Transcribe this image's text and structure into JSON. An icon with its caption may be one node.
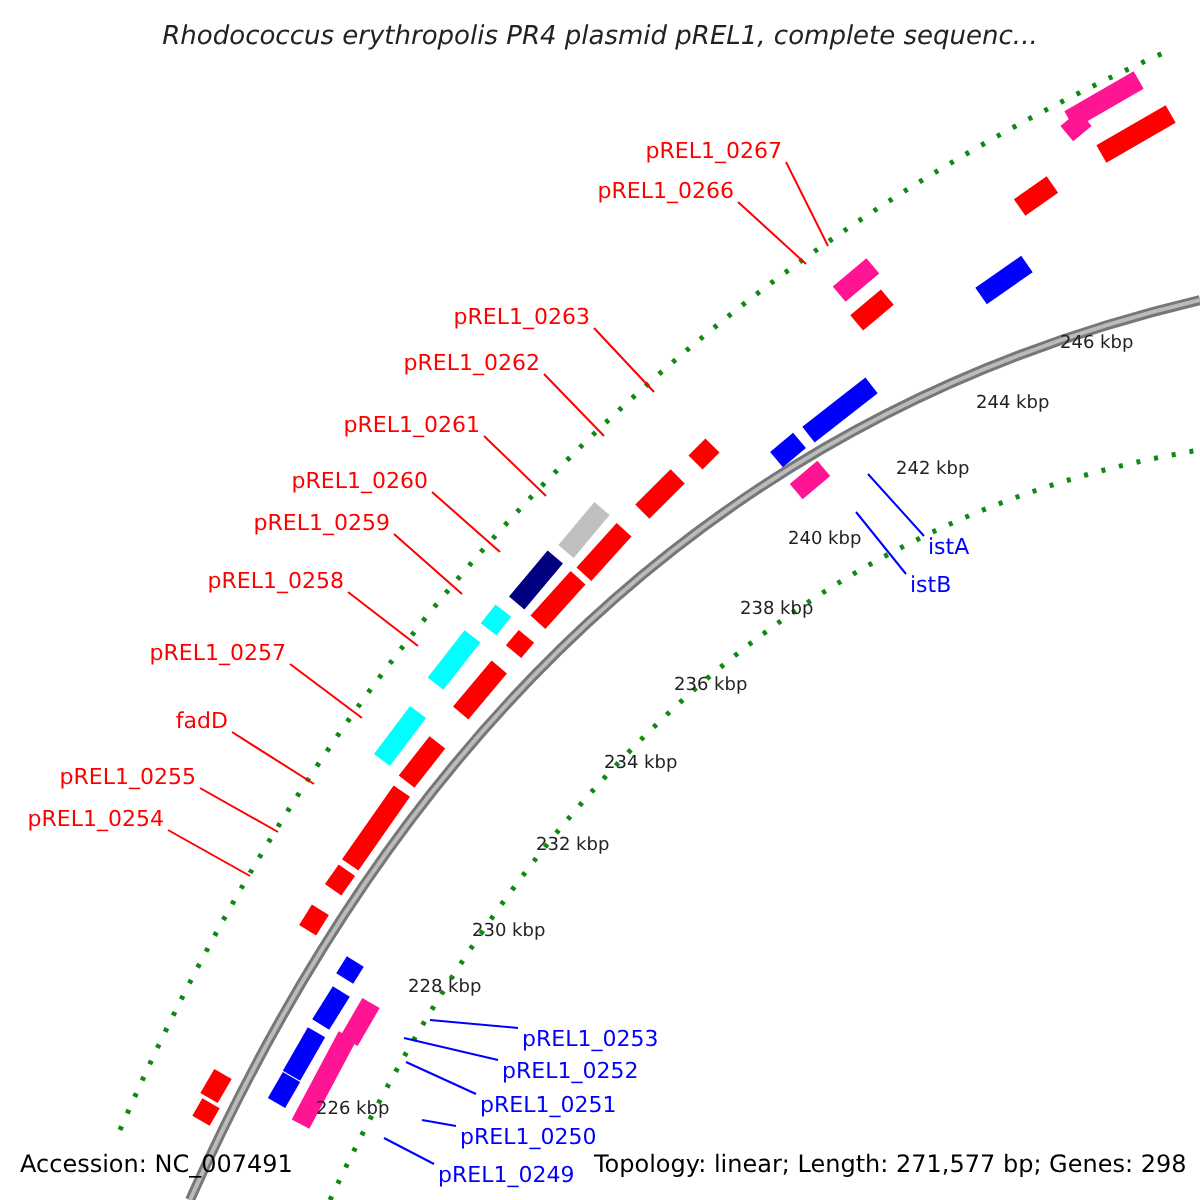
{
  "diagram": {
    "title": "Rhodococcus erythropolis PR4 plasmid pREL1, complete sequenc...",
    "nodes": [
      {
        "text": [
          "pREL1_0267"
        ]
      },
      {
        "text": [
          "pREL1_0266"
        ]
      },
      {
        "text": [
          "pREL1_0263"
        ]
      },
      {
        "text": [
          "pREL1_0262"
        ]
      },
      {
        "text": [
          "pREL1_0261"
        ]
      },
      {
        "text": [
          "pREL1_0260"
        ]
      },
      {
        "text": [
          "pREL1_0259"
        ]
      },
      {
        "text": [
          "pREL1_0258"
        ]
      },
      {
        "text": [
          "pREL1_0257"
        ]
      },
      {
        "text": [
          "fadD"
        ]
      },
      {
        "text": [
          "pREL1_0255"
        ]
      },
      {
        "text": [
          "pREL1_0254"
        ]
      },
      {
        "text": [
          "istA"
        ]
      },
      {
        "text": [
          "istB"
        ]
      },
      {
        "text": [
          "pREL1_0253"
        ]
      },
      {
        "text": [
          "pREL1_0252"
        ]
      },
      {
        "text": [
          "pREL1_0251"
        ]
      },
      {
        "text": [
          "pREL1_0250"
        ]
      },
      {
        "text": [
          "pREL1_0249"
        ]
      }
    ],
    "edges": [
      {
        "from": 0,
        "to": null,
        "arrow": "none"
      },
      {
        "from": 1,
        "to": null,
        "arrow": "none"
      },
      {
        "from": 2,
        "to": null,
        "arrow": "none"
      },
      {
        "from": 3,
        "to": null,
        "arrow": "none"
      },
      {
        "from": 4,
        "to": null,
        "arrow": "none"
      },
      {
        "from": 5,
        "to": null,
        "arrow": "none"
      },
      {
        "from": 6,
        "to": null,
        "arrow": "none"
      },
      {
        "from": 7,
        "to": null,
        "arrow": "none"
      },
      {
        "from": 8,
        "to": null,
        "arrow": "none"
      },
      {
        "from": 9,
        "to": null,
        "arrow": "none"
      },
      {
        "from": 10,
        "to": null,
        "arrow": "none"
      },
      {
        "from": 11,
        "to": null,
        "arrow": "none"
      },
      {
        "from": 12,
        "to": null,
        "arrow": "none",
        "color": "#0000ff"
      },
      {
        "from": 13,
        "to": null,
        "arrow": "none",
        "color": "#0000ff"
      },
      {
        "from": 14,
        "to": null,
        "arrow": "none",
        "color": "#0000ff"
      },
      {
        "from": 15,
        "to": null,
        "arrow": "none",
        "color": "#0000ff"
      },
      {
        "from": 16,
        "to": null,
        "arrow": "none",
        "color": "#0000ff"
      },
      {
        "from": 17,
        "to": null,
        "arrow": "none",
        "color": "#0000ff"
      },
      {
        "from": 18,
        "to": null,
        "arrow": "none",
        "color": "#0000ff"
      }
    ],
    "labels": [
      "246 kbp",
      "244 kbp",
      "242 kbp",
      "240 kbp",
      "238 kbp",
      "236 kbp",
      "234 kbp",
      "232 kbp",
      "230 kbp",
      "228 kbp",
      "226 kbp",
      "Accession: NC_007491",
      "Topology: linear; Length: 271,577 bp; Genes: 298"
    ]
  }
}
